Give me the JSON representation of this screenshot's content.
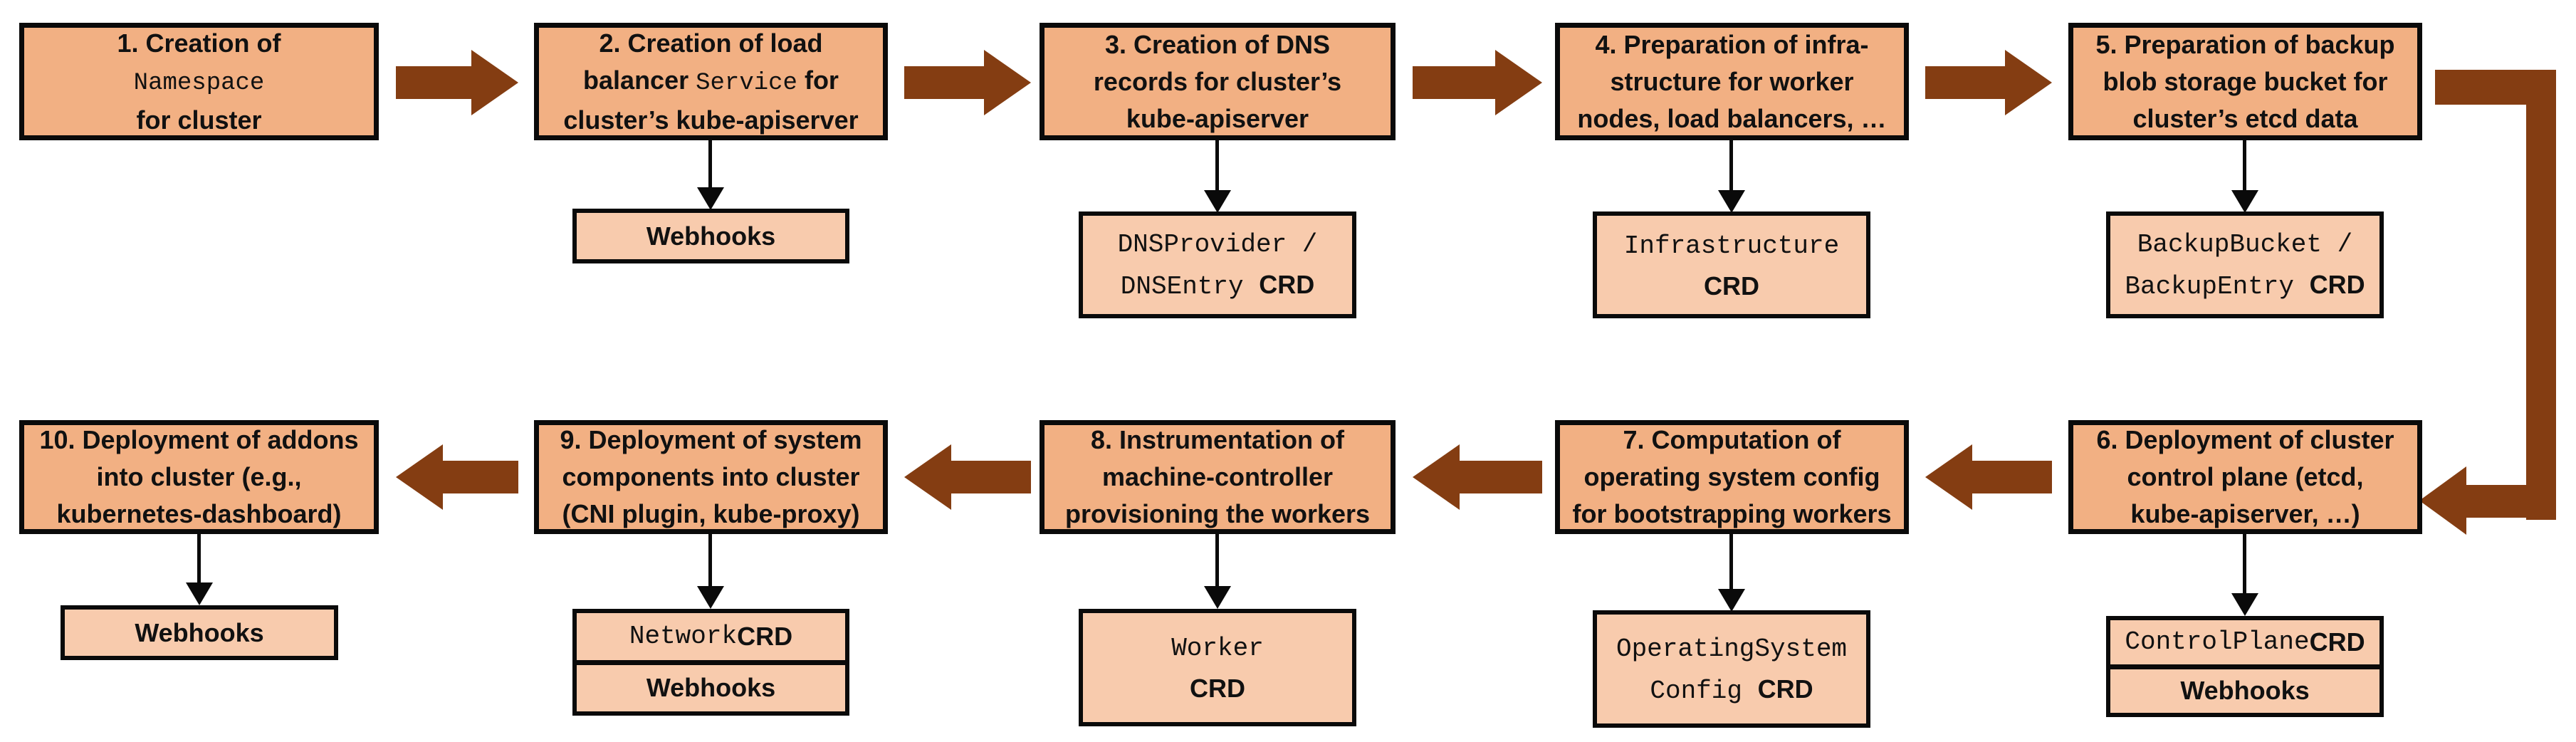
{
  "colors": {
    "main_box_fill": "#F2B083",
    "artifact_box_fill": "#F8CBAD",
    "box_border": "#0A0A0A",
    "flow_arrow": "#843D12",
    "background": "#FFFFFF"
  },
  "steps": [
    {
      "id": 1,
      "lines": [
        [
          {
            "t": "1. Creation of"
          }
        ],
        [
          {
            "t": "Namespace",
            "mono": true
          }
        ],
        [
          {
            "t": "for cluster"
          }
        ]
      ]
    },
    {
      "id": 2,
      "lines": [
        [
          {
            "t": "2. Creation of load"
          }
        ],
        [
          {
            "t": "balancer "
          },
          {
            "t": "Service",
            "mono": true
          },
          {
            "t": " for"
          }
        ],
        [
          {
            "t": "cluster’s kube-apiserver"
          }
        ]
      ]
    },
    {
      "id": 3,
      "lines": [
        [
          {
            "t": "3. Creation of DNS"
          }
        ],
        [
          {
            "t": "records for cluster’s"
          }
        ],
        [
          {
            "t": "kube-apiserver"
          }
        ]
      ]
    },
    {
      "id": 4,
      "lines": [
        [
          {
            "t": "4. Preparation of infra-"
          }
        ],
        [
          {
            "t": "structure for worker"
          }
        ],
        [
          {
            "t": "nodes, load balancers, …"
          }
        ]
      ]
    },
    {
      "id": 5,
      "lines": [
        [
          {
            "t": "5. Preparation of backup"
          }
        ],
        [
          {
            "t": "blob storage bucket for"
          }
        ],
        [
          {
            "t": "cluster’s etcd data"
          }
        ]
      ]
    },
    {
      "id": 6,
      "lines": [
        [
          {
            "t": "6. Deployment of cluster"
          }
        ],
        [
          {
            "t": "control plane (etcd,"
          }
        ],
        [
          {
            "t": "kube-apiserver, …)"
          }
        ]
      ]
    },
    {
      "id": 7,
      "lines": [
        [
          {
            "t": "7. Computation of"
          }
        ],
        [
          {
            "t": "operating system config"
          }
        ],
        [
          {
            "t": "for bootstrapping workers"
          }
        ]
      ]
    },
    {
      "id": 8,
      "lines": [
        [
          {
            "t": "8. Instrumentation of"
          }
        ],
        [
          {
            "t": "machine-controller"
          }
        ],
        [
          {
            "t": "provisioning the workers"
          }
        ]
      ]
    },
    {
      "id": 9,
      "lines": [
        [
          {
            "t": "9. Deployment of system"
          }
        ],
        [
          {
            "t": "components into cluster"
          }
        ],
        [
          {
            "t": "(CNI plugin, kube-proxy)"
          }
        ]
      ]
    },
    {
      "id": 10,
      "lines": [
        [
          {
            "t": "10. Deployment of addons"
          }
        ],
        [
          {
            "t": "into cluster (e.g.,"
          }
        ],
        [
          {
            "t": "kubernetes-dashboard)"
          }
        ]
      ]
    }
  ],
  "artifacts": {
    "step2": {
      "rows": [
        [
          {
            "t": "Webhooks",
            "bold": true
          }
        ]
      ]
    },
    "step3": {
      "rows": [
        [
          {
            "t": "DNSProvider /",
            "mono": true
          }
        ],
        [
          {
            "t": "DNSEntry ",
            "mono": true
          },
          {
            "t": "CRD",
            "bold": true
          }
        ]
      ]
    },
    "step4": {
      "rows": [
        [
          {
            "t": "Infrastructure",
            "mono": true
          }
        ],
        [
          {
            "t": "CRD",
            "bold": true
          }
        ]
      ]
    },
    "step5": {
      "rows": [
        [
          {
            "t": "BackupBucket /",
            "mono": true
          }
        ],
        [
          {
            "t": "BackupEntry ",
            "mono": true
          },
          {
            "t": "CRD",
            "bold": true
          }
        ]
      ]
    },
    "step6": {
      "rows": [
        [
          {
            "t": "ControlPlane ",
            "mono": true
          },
          {
            "t": "CRD",
            "bold": true
          }
        ],
        [
          {
            "t": "Webhooks",
            "bold": true
          }
        ]
      ]
    },
    "step7": {
      "rows": [
        [
          {
            "t": "OperatingSystem",
            "mono": true
          }
        ],
        [
          {
            "t": "Config ",
            "mono": true
          },
          {
            "t": "CRD",
            "bold": true
          }
        ]
      ]
    },
    "step8": {
      "rows": [
        [
          {
            "t": "Worker",
            "mono": true
          }
        ],
        [
          {
            "t": "CRD",
            "bold": true
          }
        ]
      ]
    },
    "step9": {
      "rows": [
        [
          {
            "t": "Network ",
            "mono": true
          },
          {
            "t": "CRD",
            "bold": true
          }
        ],
        [
          {
            "t": "Webhooks",
            "bold": true
          }
        ]
      ]
    },
    "step10": {
      "rows": [
        [
          {
            "t": "Webhooks",
            "bold": true
          }
        ]
      ]
    }
  }
}
